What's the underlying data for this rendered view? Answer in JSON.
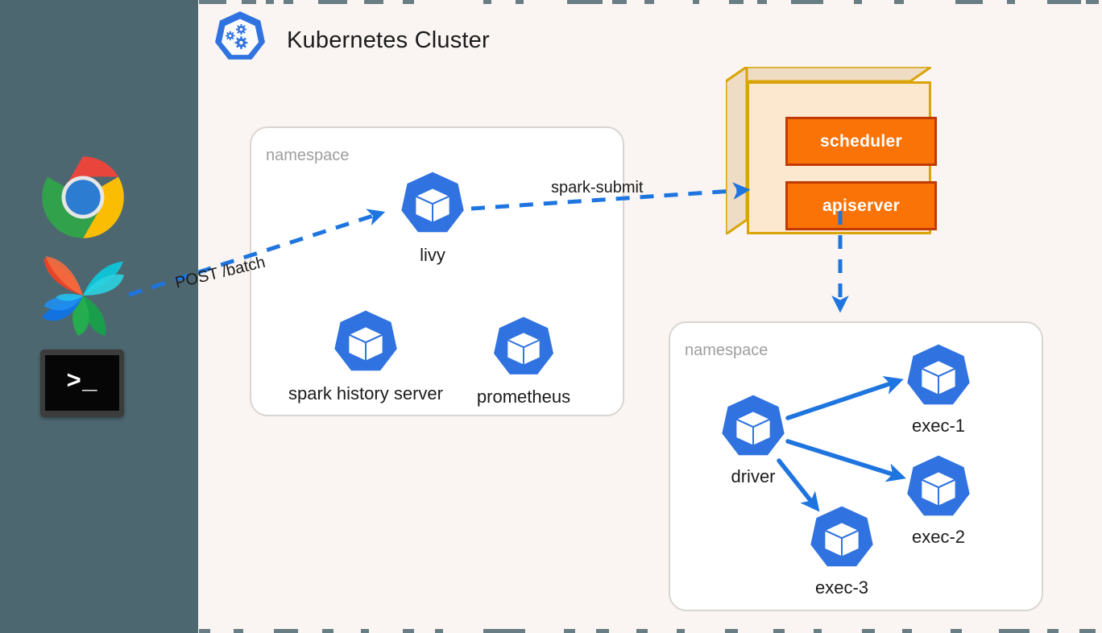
{
  "canvas": {
    "background_color": "#faf5f2",
    "sidebar_color": "#4d6771",
    "accent_blue": "#1f75e0",
    "pod_blue": "#3073e0",
    "control_plane_orange": "#f97306",
    "control_plane_border": "#d9a406",
    "control_plane_fill": "#fce7cf",
    "namespace_border": "#d8d5d2"
  },
  "sidebar": {
    "icons": [
      {
        "name": "chrome-icon",
        "label": "Google Chrome"
      },
      {
        "name": "airflow-icon",
        "label": "Apache Airflow"
      },
      {
        "name": "terminal-icon",
        "label": "Terminal",
        "prompt": ">_"
      }
    ]
  },
  "header": {
    "title": "Kubernetes Cluster",
    "logo_name": "kubernetes-cluster-icon"
  },
  "namespaces": [
    {
      "id": "services",
      "label": "namespace"
    },
    {
      "id": "spark",
      "label": "namespace"
    }
  ],
  "pods": {
    "livy": {
      "label": "livy"
    },
    "spark_history_server": {
      "label": "spark history server"
    },
    "prometheus": {
      "label": "prometheus"
    },
    "driver": {
      "label": "driver"
    },
    "exec1": {
      "label": "exec-1"
    },
    "exec2": {
      "label": "exec-2"
    },
    "exec3": {
      "label": "exec-3"
    }
  },
  "control_plane": {
    "services": [
      {
        "id": "scheduler",
        "label": "scheduler"
      },
      {
        "id": "apiserver",
        "label": "apiserver"
      }
    ]
  },
  "edges": [
    {
      "id": "post-batch",
      "label": "POST /batch",
      "from": "airflow",
      "to": "livy",
      "style": "dashed"
    },
    {
      "id": "spark-submit",
      "label": "spark-submit",
      "from": "livy",
      "to": "apiserver",
      "style": "dashed"
    },
    {
      "id": "apiserver-to-namespace",
      "label": "",
      "from": "apiserver",
      "to": "spark-namespace",
      "style": "dashed"
    },
    {
      "id": "driver-exec1",
      "label": "",
      "from": "driver",
      "to": "exec-1",
      "style": "solid"
    },
    {
      "id": "driver-exec2",
      "label": "",
      "from": "driver",
      "to": "exec-2",
      "style": "solid"
    },
    {
      "id": "driver-exec3",
      "label": "",
      "from": "driver",
      "to": "exec-3",
      "style": "solid"
    }
  ]
}
